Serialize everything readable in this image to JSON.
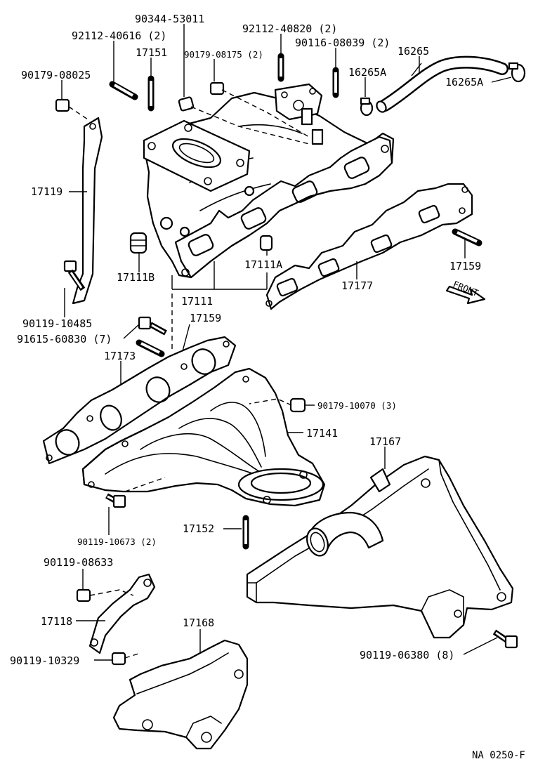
{
  "labels": {
    "p90344_53011": "90344-53011",
    "p92112_40616": "92112-40616 (2)",
    "p17151": "17151",
    "p90179_08175": "90179-08175 (2)",
    "p92112_40820": "92112-40820 (2)",
    "p90116_08039": "90116-08039 (2)",
    "p16265": "16265",
    "p16265A_1": "16265A",
    "p16265A_2": "16265A",
    "p90179_08025": "90179-08025",
    "p17119": "17119",
    "p17111B": "17111B",
    "p17111A": "17111A",
    "p17111": "17111",
    "p17177": "17177",
    "p17159_right": "17159",
    "p90119_10485": "90119-10485",
    "p91615_60830": "91615-60830 (7)",
    "p17159_left": "17159",
    "p17173": "17173",
    "p90179_10070": "90179-10070 (3)",
    "p17141": "17141",
    "p17167": "17167",
    "p90119_10673": "90119-10673 (2)",
    "p17152": "17152",
    "p90119_08633": "90119-08633",
    "p17118": "17118",
    "p17168": "17168",
    "p90119_10329": "90119-10329",
    "p90119_06380": "90119-06380 (8)",
    "front": "FRONT"
  },
  "reference": "NA 0250-F"
}
